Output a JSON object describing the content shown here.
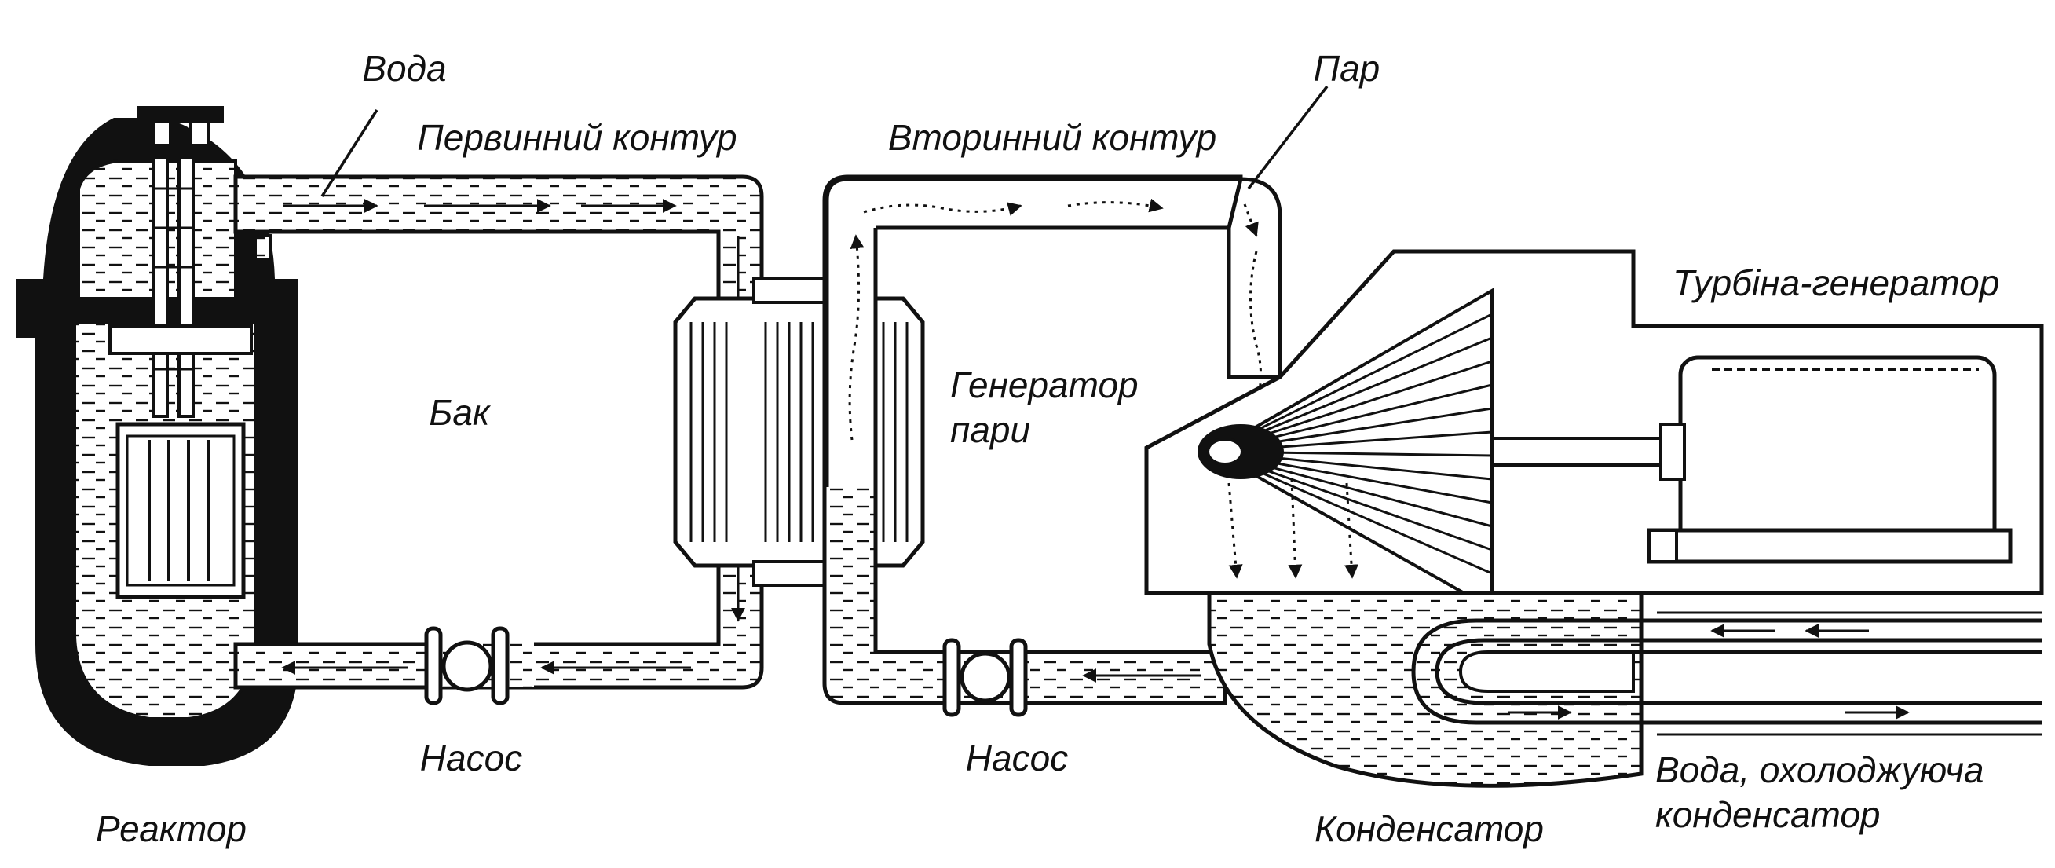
{
  "labels": {
    "water": "Вода",
    "primary_loop": "Первинний контур",
    "secondary_loop": "Вторинний контур",
    "steam": "Пар",
    "turbine_generator": "Турбіна-генератор",
    "tank": "Бак",
    "steam_generator_line1": "Генератор",
    "steam_generator_line2": "пари",
    "pump_left": "Насос",
    "pump_right": "Насос",
    "reactor": "Реактор",
    "condenser": "Конденсатор",
    "cooling_water_line1": "Вода, охолоджуюча",
    "cooling_water_line2": "конденсатор"
  },
  "colors": {
    "ink": "#111111",
    "background": "#ffffff"
  },
  "icons": [
    "reactor-vessel",
    "pump-icon",
    "steam-generator",
    "turbine-fan",
    "condenser-tank"
  ]
}
